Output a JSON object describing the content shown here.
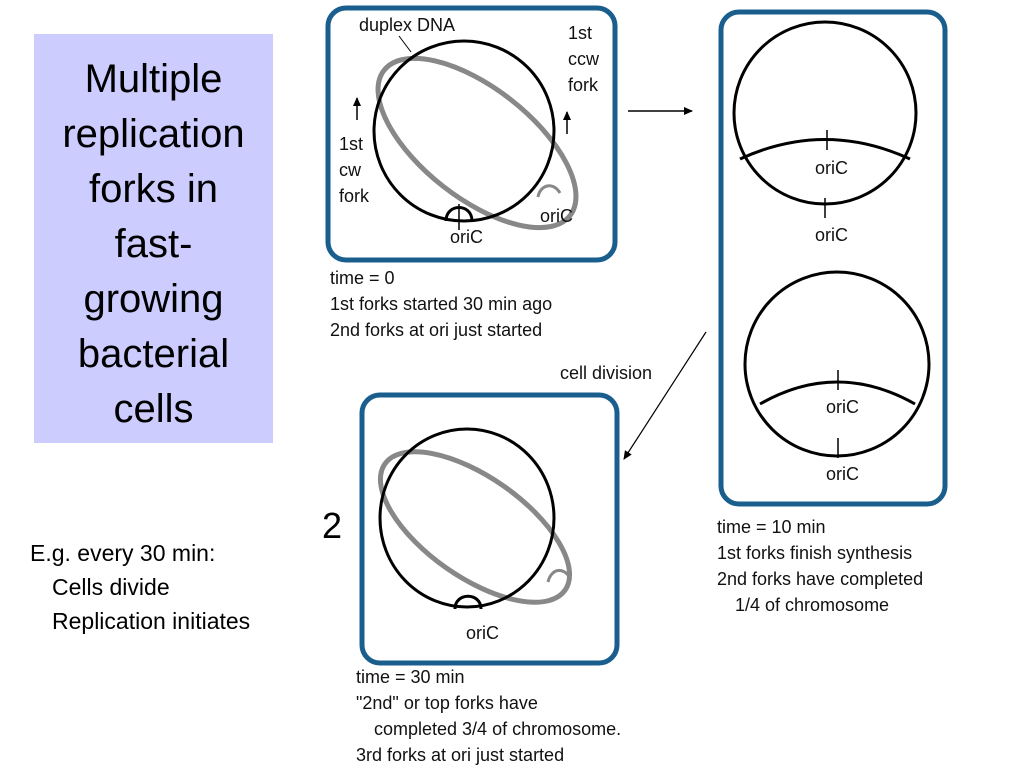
{
  "title": {
    "lines": [
      "Multiple",
      "replication",
      "forks in",
      "fast-",
      "growing",
      "bacterial",
      "cells"
    ]
  },
  "example": {
    "line1": "E.g. every 30 min:",
    "line2": "Cells divide",
    "line3": "Replication initiates"
  },
  "panels": {
    "t0": {
      "duplex_label": "duplex DNA",
      "ccw_fork": [
        "1st",
        "ccw",
        "fork"
      ],
      "cw_fork": [
        "1st",
        "cw",
        "fork"
      ],
      "oric_outer": "oriC",
      "oric_inner": "oriC",
      "caption": [
        "time = 0",
        "1st forks started 30 min ago",
        "2nd forks at ori just started"
      ]
    },
    "t10": {
      "top_oric_inner": "oriC",
      "top_oric_outer": "oriC",
      "bottom_oric_inner": "oriC",
      "bottom_oric_outer": "oriC",
      "caption": [
        "time = 10 min",
        "1st forks finish synthesis",
        "2nd forks have completed",
        "1/4 of chromosome"
      ]
    },
    "t30": {
      "oric": "oriC",
      "number": "2",
      "caption": [
        "time = 30 min",
        "\"2nd\" or top forks have",
        "completed 3/4 of chromosome.",
        "3rd forks at ori just started"
      ]
    }
  },
  "arrows": {
    "cell_division": "cell division"
  },
  "colors": {
    "panel_border": "#1a5e8e",
    "title_bg": "#ccccff",
    "new_strand": "#888888",
    "dna": "#000000"
  }
}
